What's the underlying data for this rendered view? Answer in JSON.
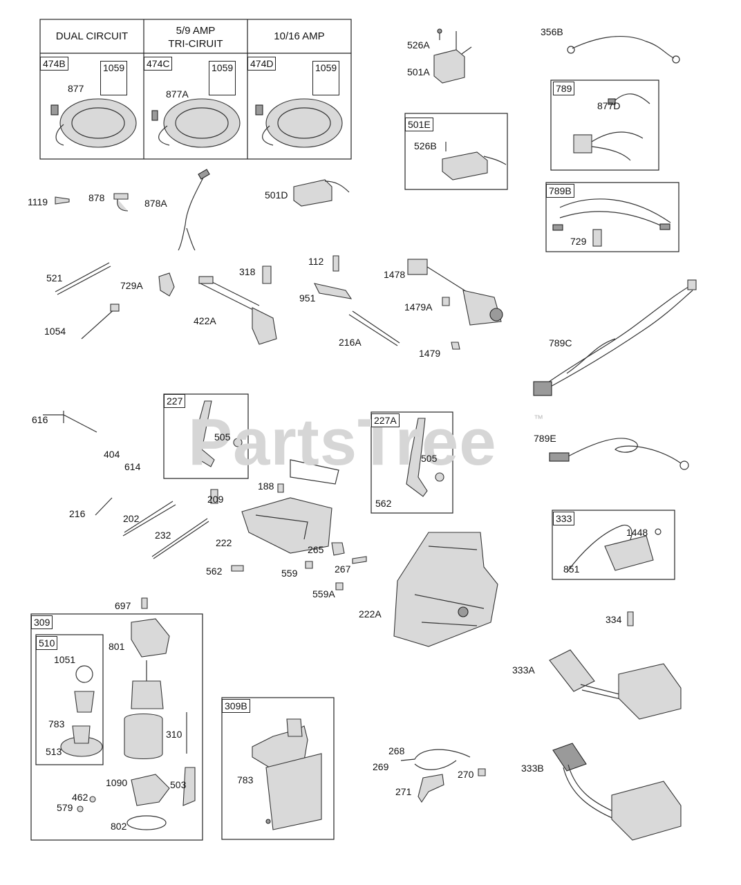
{
  "watermark": {
    "text": "PartsTree",
    "trademark": "™"
  },
  "stator_table": {
    "headers": [
      "DUAL CIRCUIT",
      "5/9    AMP",
      "TRI-CIRUIT",
      "10/16 AMP"
    ]
  },
  "boxes": {
    "b474B": "474B",
    "b474C": "474C",
    "b474D": "474D",
    "b1059a": "1059",
    "b1059b": "1059",
    "b1059c": "1059",
    "b501E": "501E",
    "b789": "789",
    "b789B": "789B",
    "b227": "227",
    "b227A": "227A",
    "b333": "333",
    "b309": "309",
    "b510": "510",
    "b309B": "309B"
  },
  "labels": {
    "p877": "877",
    "p877A": "877A",
    "p526A": "526A",
    "p501A": "501A",
    "p356B": "356B",
    "p877D": "877D",
    "p526B": "526B",
    "p501D": "501D",
    "p729": "729",
    "p1119": "1119",
    "p878": "878",
    "p878A": "878A",
    "p521": "521",
    "p729A": "729A",
    "p318": "318",
    "p112": "112",
    "p1478": "1478",
    "p951": "951",
    "p1479A": "1479A",
    "p422A": "422A",
    "p1054": "1054",
    "p216A": "216A",
    "p1479": "1479",
    "p789C": "789C",
    "p616": "616",
    "p505a": "505",
    "p505b": "505",
    "p789E": "789E",
    "p404": "404",
    "p614": "614",
    "p188": "188",
    "p209": "209",
    "p562a": "562",
    "p216": "216",
    "p202": "202",
    "p232": "232",
    "p222": "222",
    "p1448": "1448",
    "p265": "265",
    "p267": "267",
    "p562b": "562",
    "p559": "559",
    "p851": "851",
    "p559A": "559A",
    "p222A": "222A",
    "p697": "697",
    "p334": "334",
    "p801": "801",
    "p1051": "1051",
    "p333A": "333A",
    "p783a": "783",
    "p310": "310",
    "p513": "513",
    "p783b": "783",
    "p268": "268",
    "p269": "269",
    "p270": "270",
    "p333B": "333B",
    "p1090": "1090",
    "p503": "503",
    "p462": "462",
    "p579": "579",
    "p271": "271",
    "p802": "802"
  }
}
